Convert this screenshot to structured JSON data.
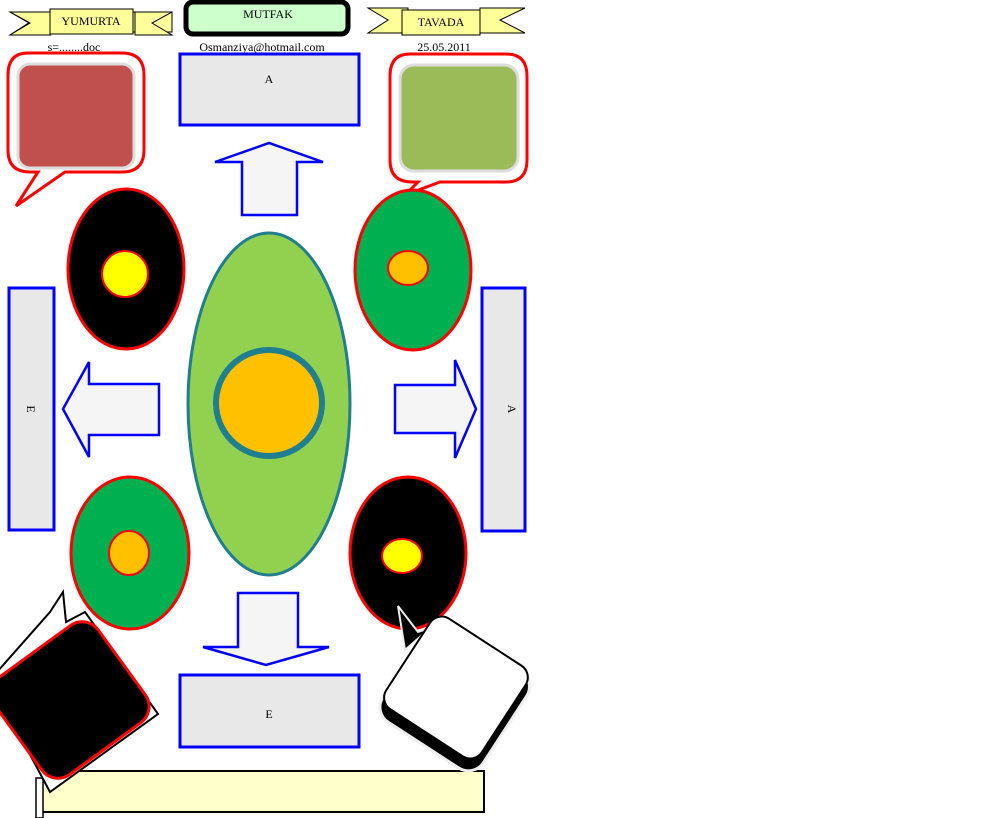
{
  "banners": {
    "left": "YUMURTA",
    "center": "MUTFAK",
    "right": "TAVADA"
  },
  "captions": {
    "left": "s=........doc",
    "center": "Osmanziya@hotmail.com",
    "right": "25.05.2011"
  },
  "boxes": {
    "top": "A",
    "bottom": "E",
    "left": "E",
    "right": "A"
  },
  "colors": {
    "blue": "#0000ff",
    "red": "#ff0000",
    "green": "#00b050",
    "orange": "#ffc000",
    "yellow": "#ffff00",
    "lightgreen": "#92d050",
    "teal": "#1f7f8f"
  }
}
